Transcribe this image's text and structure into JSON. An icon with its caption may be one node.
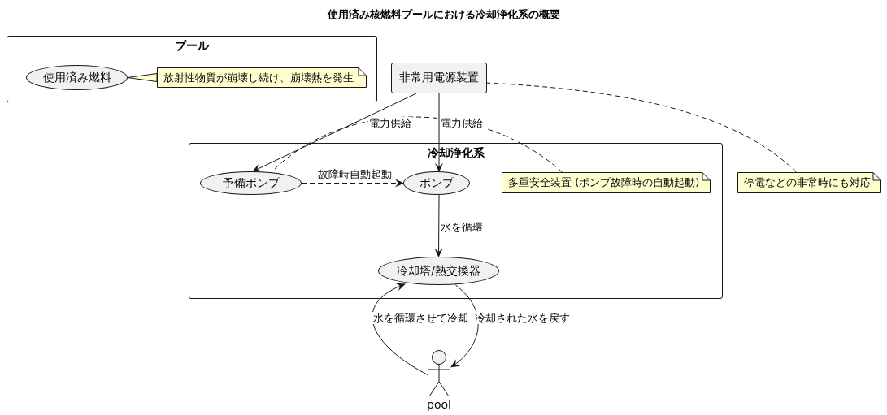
{
  "diagram": {
    "title": "使用済み核燃料プールにおける冷却浄化系の概要",
    "nodes": [
      {
        "text": [
          "プール"
        ]
      },
      {
        "text": [
          "使用済み燃料"
        ],
        "in": 0
      },
      {
        "text": [
          "放射性物質が崩壊し続け、崩壊熱を発生"
        ],
        "in": 0
      },
      {
        "text": [
          "非常用電源装置"
        ]
      },
      {
        "text": [
          "冷却浄化系"
        ]
      },
      {
        "text": [
          "予備ポンプ"
        ],
        "in": 4
      },
      {
        "text": [
          "ポンプ"
        ],
        "in": 4
      },
      {
        "text": [
          "多重安全装置 (ポンプ故障時の自動起動)"
        ],
        "in": 4
      },
      {
        "text": [
          "冷却塔/熱交換器"
        ],
        "in": 4
      },
      {
        "text": [
          "停電などの非常時にも対応"
        ]
      },
      {
        "text": [
          "pool"
        ]
      }
    ],
    "edges": [
      {
        "from": 1,
        "to": 2,
        "arrow": "none"
      },
      {
        "from": 3,
        "to": 5,
        "arrow": "to",
        "label": "電力供給"
      },
      {
        "from": 3,
        "to": 6,
        "arrow": "to",
        "label": "電力供給"
      },
      {
        "from": 5,
        "to": 6,
        "arrow": "to",
        "label": "故障時自動起動",
        "style": "dashed"
      },
      {
        "from": 6,
        "to": 8,
        "arrow": "to",
        "label": "水を循環"
      },
      {
        "from": 10,
        "to": 8,
        "arrow": "to",
        "label": "水を循環させて冷却"
      },
      {
        "from": 8,
        "to": 10,
        "arrow": "to",
        "label": "冷却された水を戻す"
      },
      {
        "from": 7,
        "to": 5,
        "arrow": "none",
        "style": "dashed"
      },
      {
        "from": 9,
        "to": 3,
        "arrow": "none",
        "style": "dashed"
      }
    ]
  }
}
